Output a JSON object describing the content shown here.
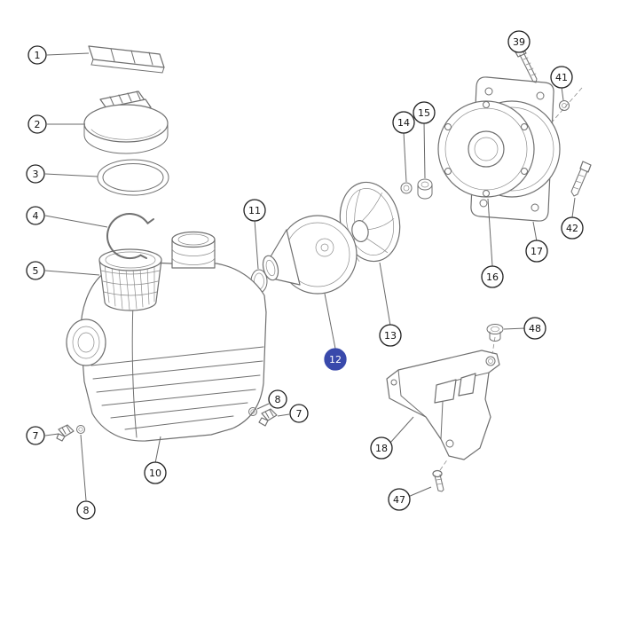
{
  "diagram": {
    "type": "exploded-parts-diagram",
    "background_color": "#ffffff",
    "line_color": "#707070",
    "callout_style": {
      "fill": "#ffffff",
      "stroke": "#202020",
      "text_color": "#111111",
      "selected_fill": "#3949ab",
      "selected_text_color": "#ffffff"
    },
    "selected_callout": "12",
    "callouts": [
      {
        "label": "1",
        "part": "lid-handle",
        "selected": false
      },
      {
        "label": "2",
        "part": "strainer-lid",
        "selected": false
      },
      {
        "label": "3",
        "part": "lid-o-ring",
        "selected": false
      },
      {
        "label": "4",
        "part": "retaining-clip",
        "selected": false
      },
      {
        "label": "5",
        "part": "strainer-basket",
        "selected": false
      },
      {
        "label": "7",
        "part": "drain-plug-left",
        "selected": false
      },
      {
        "label": "8",
        "part": "drain-plug-o-ring-left",
        "selected": false
      },
      {
        "label": "10",
        "part": "pump-housing",
        "selected": false
      },
      {
        "label": "11",
        "part": "diffuser-o-ring",
        "selected": false
      },
      {
        "label": "8",
        "part": "drain-plug-o-ring-right",
        "selected": false
      },
      {
        "label": "7",
        "part": "drain-plug-right",
        "selected": false
      },
      {
        "label": "12",
        "part": "diffuser",
        "selected": true
      },
      {
        "label": "13",
        "part": "impeller",
        "selected": false
      },
      {
        "label": "14",
        "part": "slinger-washer",
        "selected": false
      },
      {
        "label": "15",
        "part": "mechanical-seal",
        "selected": false
      },
      {
        "label": "16",
        "part": "seal-plate",
        "selected": false
      },
      {
        "label": "17",
        "part": "motor-flange",
        "selected": false
      },
      {
        "label": "39",
        "part": "flange-screw-top",
        "selected": false
      },
      {
        "label": "41",
        "part": "flange-washer",
        "selected": false
      },
      {
        "label": "42",
        "part": "flange-screw-right",
        "selected": false
      },
      {
        "label": "18",
        "part": "motor-support-bracket",
        "selected": false
      },
      {
        "label": "47",
        "part": "bracket-screw",
        "selected": false
      },
      {
        "label": "48",
        "part": "bracket-grommet",
        "selected": false
      }
    ]
  }
}
